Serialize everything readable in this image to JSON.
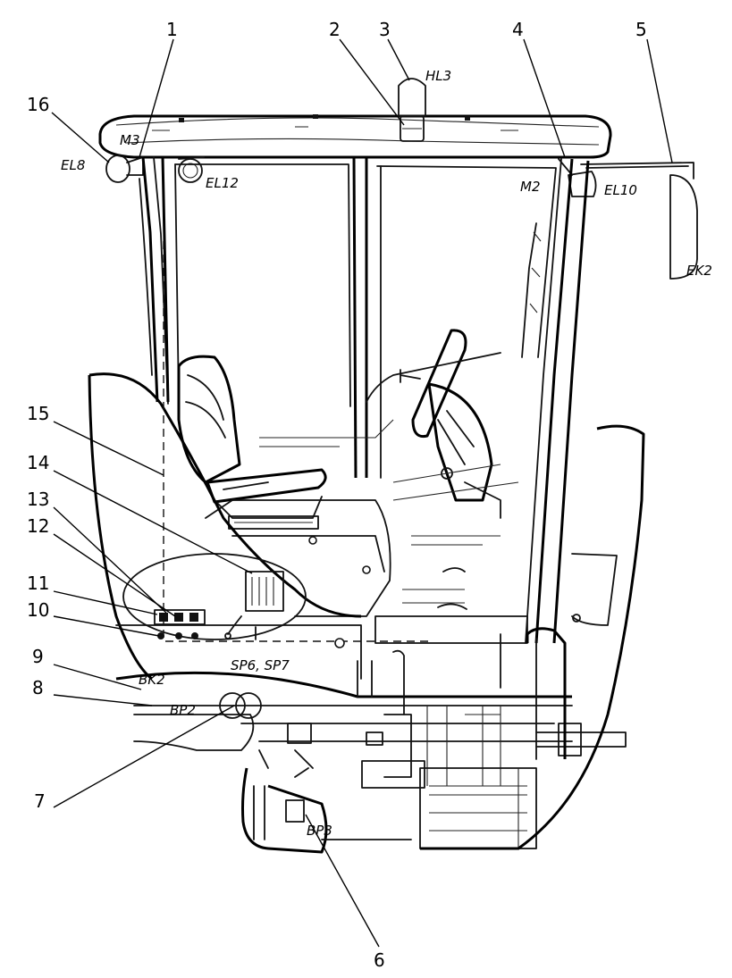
{
  "callouts": {
    "c1": "1",
    "c2": "2",
    "c3": "3",
    "c4": "4",
    "c5": "5",
    "c6": "6",
    "c7": "7",
    "c8": "8",
    "c9": "9",
    "c10": "10",
    "c11": "11",
    "c12": "12",
    "c13": "13",
    "c14": "14",
    "c15": "15",
    "c16": "16"
  },
  "labels": {
    "hl3": "HL3",
    "m3": "M3",
    "el8": "EL8",
    "el12": "EL12",
    "m2": "M2",
    "el10": "EL10",
    "ek2": "EK2",
    "bk2": "BK2",
    "sp6_sp7": "SP6, SP7",
    "bp2": "BP2",
    "bp3": "BP3"
  }
}
